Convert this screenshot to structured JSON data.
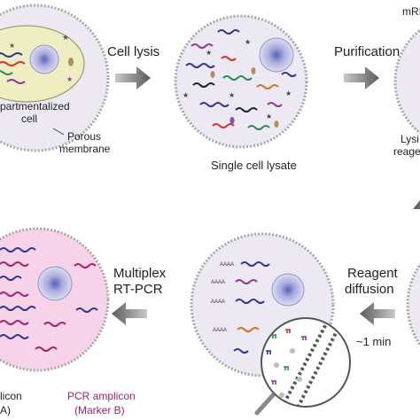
{
  "steps": {
    "cell_lysis": "Cell lysis",
    "purification": "Purification",
    "multiplex_line1": "Multiplex",
    "multiplex_line2": "RT-PCR",
    "reagent_line1": "Reagent",
    "reagent_line2": "diffusion",
    "time": "~1 min"
  },
  "labels": {
    "compartmentalized_line1": "partmentalized",
    "compartmentalized_line2": "cell",
    "porous_line1": "Porous",
    "porous_line2": "membrane",
    "single_cell_lysate": "Single cell lysate",
    "mrna_partial": "mRI",
    "lysis_partial_line1": "Lysi",
    "lysis_partial_line2": "reage",
    "amplicon_a_line1": "licon",
    "amplicon_a_line2": "A)",
    "pcr_amplicon_line1": "PCR amplicon",
    "pcr_amplicon_line2": "(Marker B)",
    "poly_a": "AAAA"
  },
  "colors": {
    "capsule_fill": "#ece9f3",
    "capsule_border": "#a7a7a7",
    "pink_fill": "#f6d3e8",
    "arrow": "#6b6b6b",
    "marker_b": "#a0246e"
  }
}
